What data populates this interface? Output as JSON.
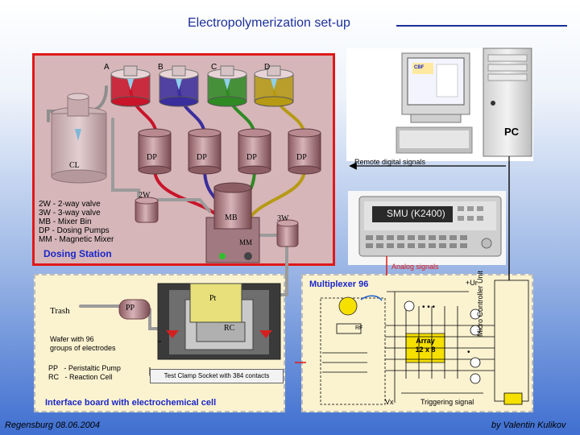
{
  "title": "Electropolymerization set-up",
  "dosing": {
    "heading": "Dosing Station",
    "reservoirs": [
      "A",
      "B",
      "C",
      "D"
    ],
    "reservoir_colors": [
      "#c8152a",
      "#3a2d9c",
      "#2f8a24",
      "#b69a14"
    ],
    "pumps": [
      "DP",
      "DP",
      "DP",
      "DP"
    ],
    "cl": "CL",
    "valve_2w": "2W",
    "valve_3w": "3W",
    "mb": "MB",
    "mm": "MM",
    "legend": [
      "2W  - 2-way valve",
      "3W  - 3-way valve",
      "MB  - Mixer Bin",
      "DP  - Dosing Pumps",
      "MM - Magnetic Mixer"
    ]
  },
  "pc": {
    "label": "PC",
    "remote_signals": "Remote digital signals",
    "screen_logo": "CBF"
  },
  "smu": {
    "label": "SMU (K2400)",
    "analog_signals": "Analog signals"
  },
  "interface": {
    "heading": "Interface board with electrochemical cell",
    "trash": "Trash",
    "pp": "PP",
    "pt": "Pt",
    "rc": "RC",
    "wafer": "Wafer with 96\ngroups of electrodes",
    "legend_pp": "PP   - Peristaltic Pump",
    "legend_rc": "RC   - Reaction Cell",
    "test_clamp": "Test Clamp Socket with 384 contacts"
  },
  "mux": {
    "heading": "Multiplexer 96",
    "ur": "+Ur",
    "rf": "RF",
    "array": "Array\n12 x 8",
    "vx": "Vx",
    "triggering": "Triggering signal",
    "mcu": "Micro Controller Unit"
  },
  "footer": {
    "left": "Regensburg 08.06.2004",
    "right": "by Valentin Kulikov"
  }
}
